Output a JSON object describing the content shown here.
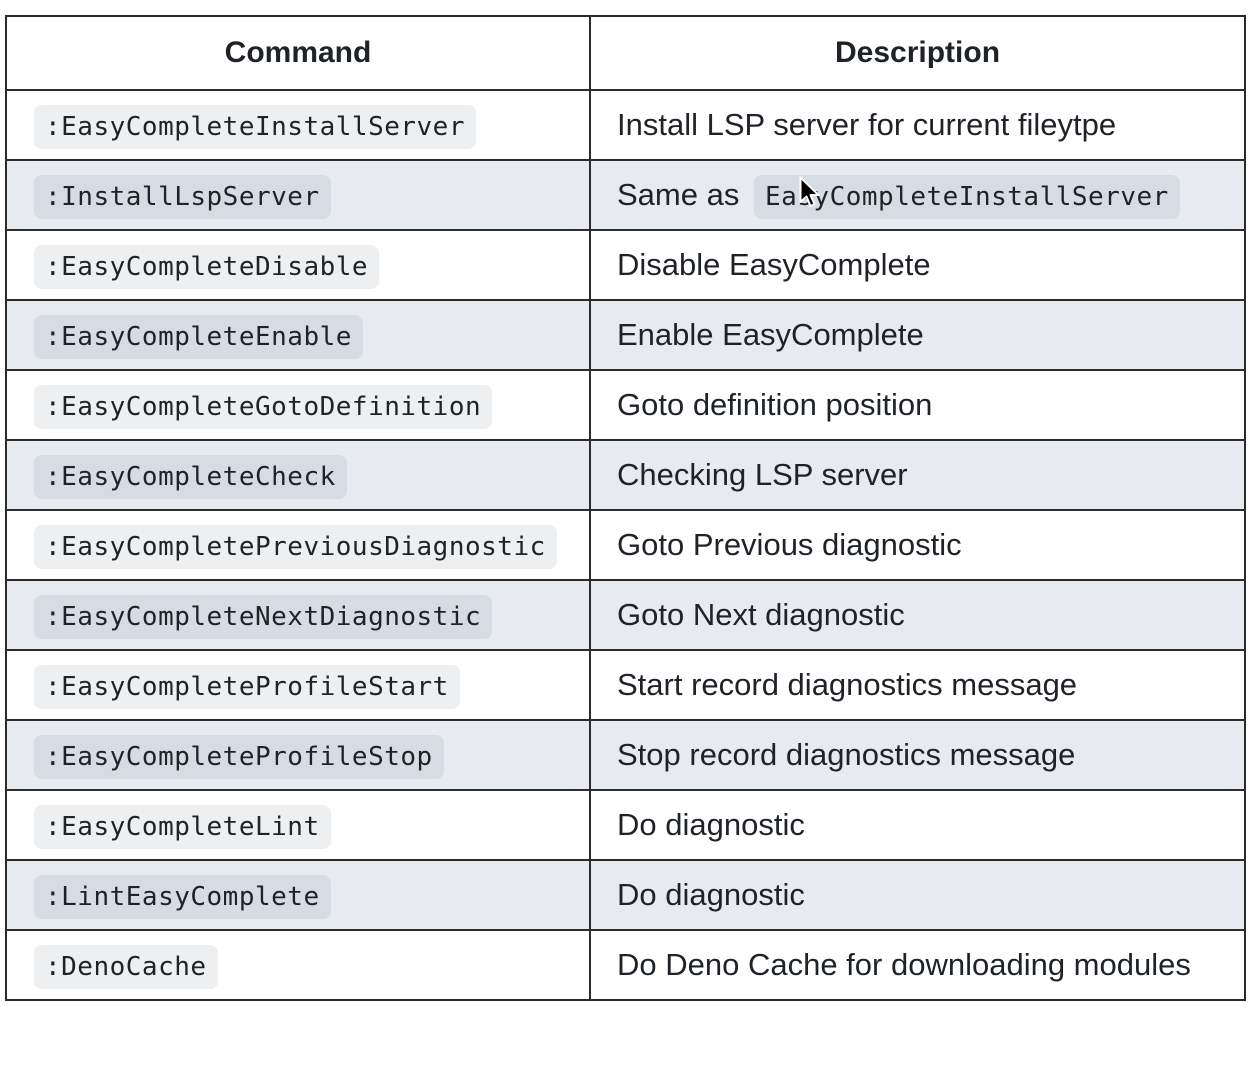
{
  "table": {
    "headers": {
      "command": "Command",
      "description": "Description"
    },
    "rows": [
      {
        "command": ":EasyCompleteInstallServer",
        "description": "Install LSP server for current fileytpe",
        "description_code": ""
      },
      {
        "command": ":InstallLspServer",
        "description": "Same as",
        "description_code": "EasyCompleteInstallServer"
      },
      {
        "command": ":EasyCompleteDisable",
        "description": "Disable EasyComplete",
        "description_code": ""
      },
      {
        "command": ":EasyCompleteEnable",
        "description": "Enable EasyComplete",
        "description_code": ""
      },
      {
        "command": ":EasyCompleteGotoDefinition",
        "description": "Goto definition position",
        "description_code": ""
      },
      {
        "command": ":EasyCompleteCheck",
        "description": "Checking LSP server",
        "description_code": ""
      },
      {
        "command": ":EasyCompletePreviousDiagnostic",
        "description": "Goto Previous diagnostic",
        "description_code": ""
      },
      {
        "command": ":EasyCompleteNextDiagnostic",
        "description": "Goto Next diagnostic",
        "description_code": ""
      },
      {
        "command": ":EasyCompleteProfileStart",
        "description": "Start record diagnostics message",
        "description_code": ""
      },
      {
        "command": ":EasyCompleteProfileStop",
        "description": "Stop record diagnostics message",
        "description_code": ""
      },
      {
        "command": ":EasyCompleteLint",
        "description": "Do diagnostic",
        "description_code": ""
      },
      {
        "command": ":LintEasyComplete",
        "description": "Do diagnostic",
        "description_code": ""
      },
      {
        "command": ":DenoCache",
        "description": "Do Deno Cache for downloading modules",
        "description_code": ""
      }
    ]
  },
  "cursor": {
    "icon": "mouse-pointer-icon"
  }
}
